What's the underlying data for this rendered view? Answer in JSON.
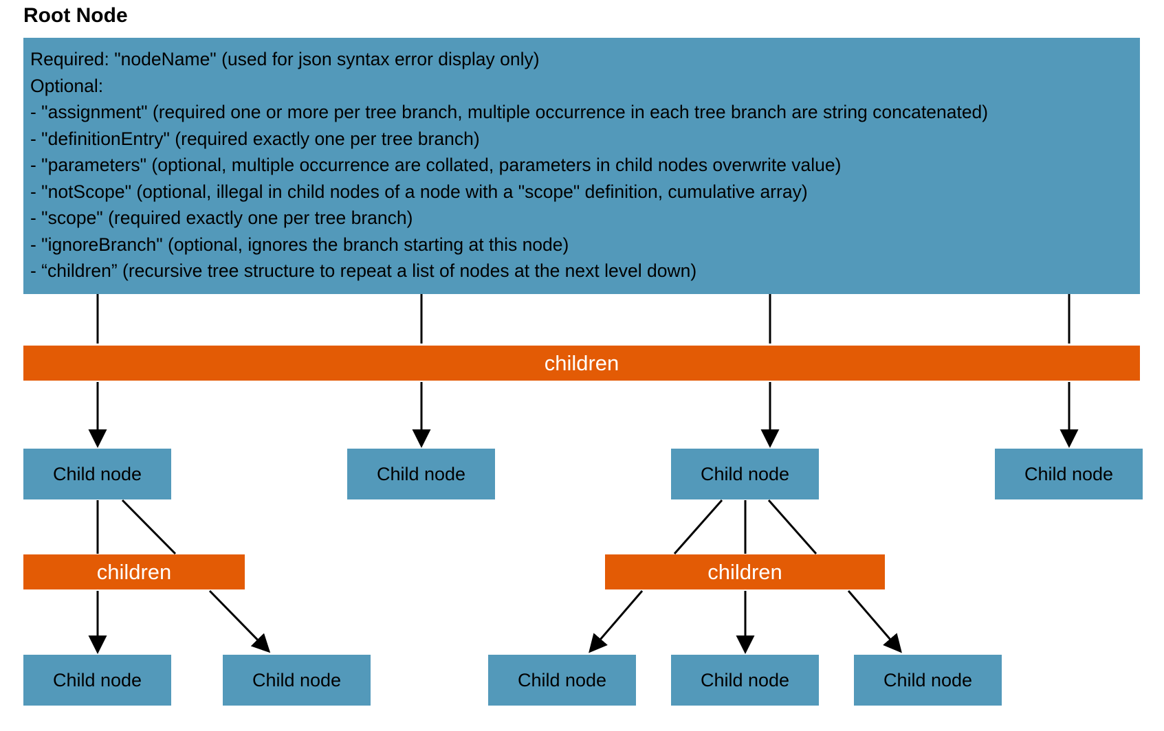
{
  "root": {
    "title": "Root Node",
    "lines": [
      "Required: \"nodeName\" (used for json syntax error display only)",
      "Optional:",
      "- \"assignment\" (required one or more per tree branch, multiple occurrence in each tree branch are string concatenated)",
      "- \"definitionEntry\" (required exactly one per tree branch)",
      "- \"parameters\" (optional, multiple occurrence are collated, parameters in child nodes overwrite value)",
      "- \"notScope\" (optional, illegal in child nodes of a node with a \"scope\" definition, cumulative array)",
      "- \"scope\" (required exactly one per tree branch)",
      "- \"ignoreBranch\" (optional, ignores the branch starting at this node)",
      "- “children” (recursive tree structure to repeat a list of nodes at the next level down)"
    ]
  },
  "bars": {
    "top": "children",
    "left": "children",
    "right": "children"
  },
  "nodes": {
    "level1": [
      "Child node",
      "Child node",
      "Child node",
      "Child node"
    ],
    "level2_left": [
      "Child node",
      "Child node"
    ],
    "level2_right": [
      "Child node",
      "Child node",
      "Child node"
    ]
  },
  "colors": {
    "node_fill": "#5399ba",
    "bar_fill": "#e35b05",
    "bar_text": "#ffffff",
    "connector": "#000000"
  }
}
